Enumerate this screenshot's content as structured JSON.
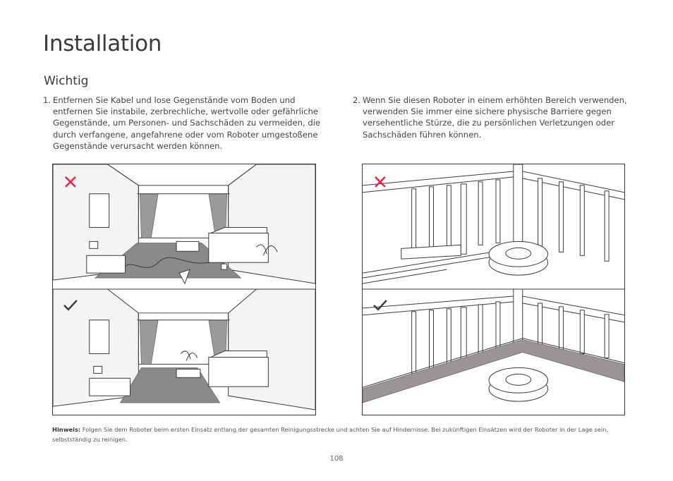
{
  "page": {
    "title": "Installation",
    "subtitle": "Wichtig",
    "page_number": "108"
  },
  "instructions": [
    {
      "number": "1.",
      "text": "Entfernen Sie Kabel und lose Gegenstände vom Boden und entfernen Sie instabile, zerbrechliche, wertvolle oder gefährliche Gegenstände, um Personen- und Sachschäden zu vermeiden, die durch verfangene, angefahrene oder vom Roboter umge­stoßene Gegenstände verursacht werden können."
    },
    {
      "number": "2.",
      "text": "Wenn Sie diesen Roboter in einem erhöhten Bereich verwen­den, verwenden Sie immer eine sichere physische Barriere gegen versehentliche Stürze, die zu persönlichen Verletzungen oder Sachschäden führen können."
    }
  ],
  "illustrations": {
    "living_room": {
      "top_marker": "cross-icon",
      "bottom_marker": "check-icon"
    },
    "balcony": {
      "top_marker": "cross-icon",
      "bottom_marker": "check-icon"
    }
  },
  "note": {
    "label": "Hinweis:",
    "text": "Folgen Sie dem Roboter beim ersten Einsatz entlang der gesamten Reinigungsstrecke und achten Sie auf Hindernisse. Bei zukünftigen Einsätzen wird der Roboter in der Lage sein, selbstständig zu reinigen."
  },
  "colors": {
    "cross": "#e8243c",
    "check": "#3a3a3a",
    "text": "#444444"
  }
}
